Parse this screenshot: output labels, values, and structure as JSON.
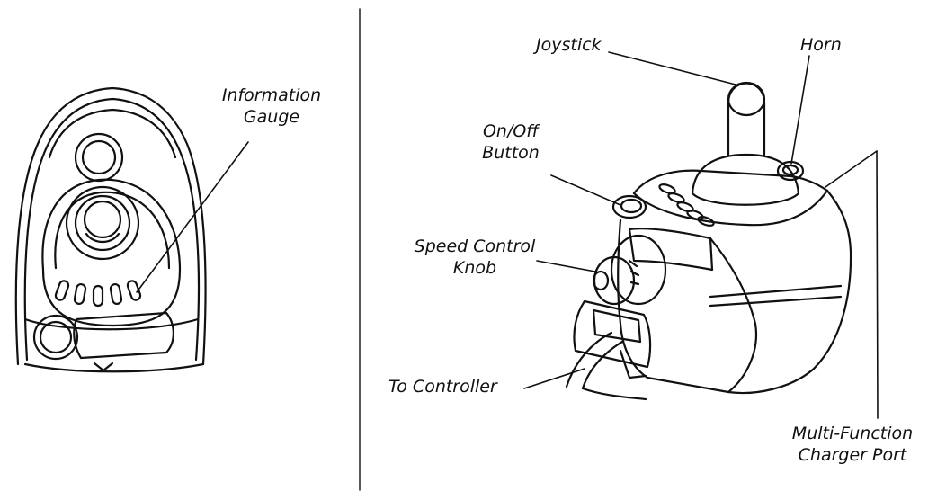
{
  "labels": {
    "information_gauge": [
      "Information",
      "Gauge"
    ],
    "joystick": "Joystick",
    "horn": "Horn",
    "on_off_button": [
      "On/Off",
      "Button"
    ],
    "speed_control_knob": [
      "Speed Control",
      "Knob"
    ],
    "to_controller": "To Controller",
    "multi_function_charger_port": [
      "Multi-Function",
      "Charger Port"
    ]
  },
  "colors": {
    "ink": "#111111",
    "background": "#ffffff"
  }
}
